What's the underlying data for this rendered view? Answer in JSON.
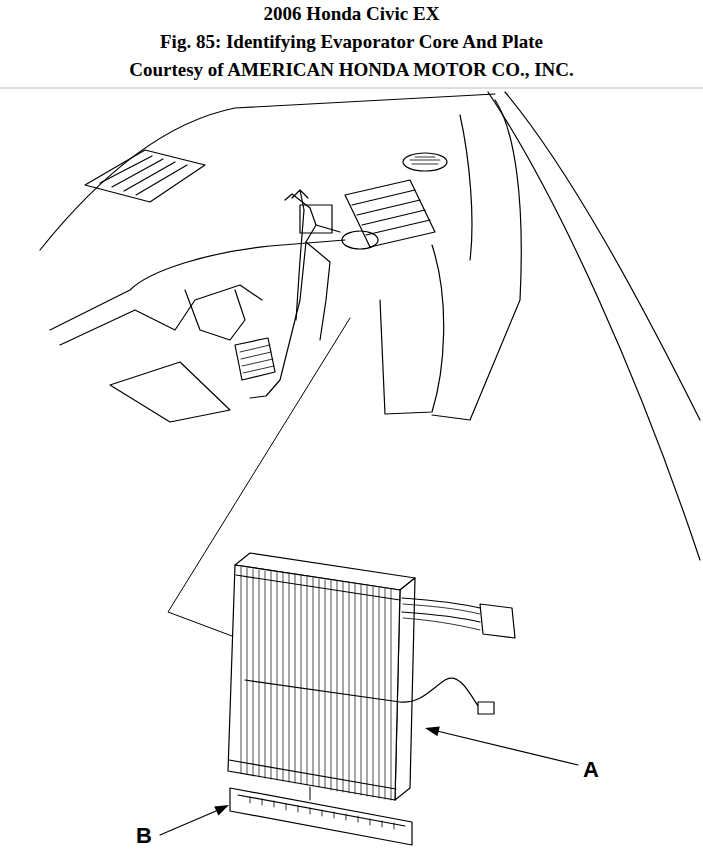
{
  "diagram": {
    "title": "2006 Honda Civic EX",
    "labels": [
      "Fig. 85: Identifying Evaporator Core And Plate",
      "Courtesy of AMERICAN HONDA MOTOR CO., INC.",
      "A",
      "B"
    ]
  }
}
